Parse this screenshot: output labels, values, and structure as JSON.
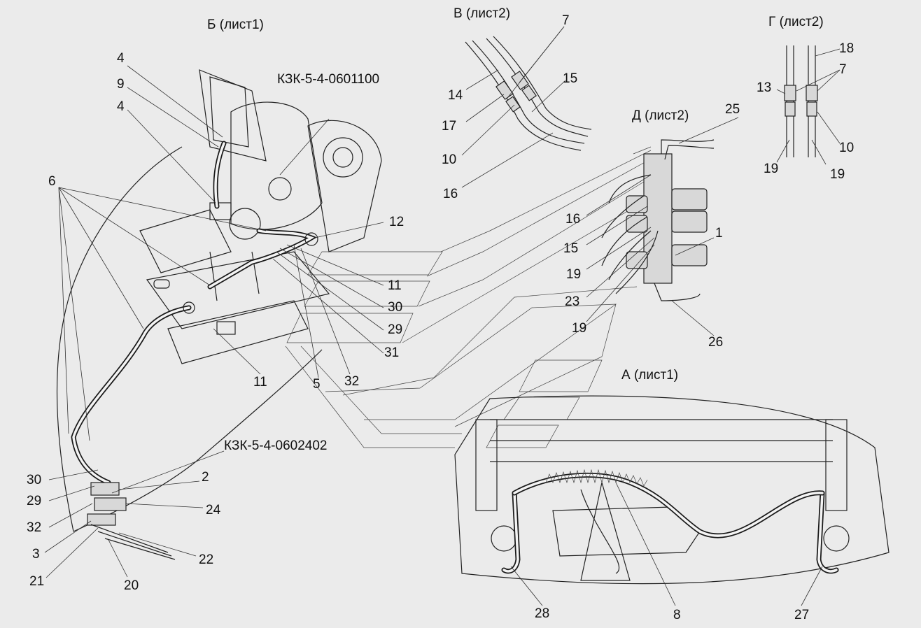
{
  "views": {
    "b": "Б (лист1)",
    "v": "В (лист2)",
    "g": "Г (лист2)",
    "d": "Д (лист2)",
    "a": "А (лист1)"
  },
  "codes": {
    "c1": "КЗК-5-4-0601100",
    "c2": "КЗК-5-4-0602402"
  },
  "callouts": {
    "b_4a": "4",
    "b_9": "9",
    "b_4b": "4",
    "b_6": "6",
    "b_12": "12",
    "b_11a": "11",
    "b_30a": "30",
    "b_29a": "29",
    "b_31": "31",
    "b_11b": "11",
    "b_5": "5",
    "b_32a": "32",
    "b_30b": "30",
    "b_29b": "29",
    "b_32b": "32",
    "b_3": "3",
    "b_21": "21",
    "b_20": "20",
    "b_22": "22",
    "b_24": "24",
    "b_2": "2",
    "v_7": "7",
    "v_15": "15",
    "v_14": "14",
    "v_17": "17",
    "v_10": "10",
    "v_16": "16",
    "g_18": "18",
    "g_7": "7",
    "g_13": "13",
    "g_10": "10",
    "g_19a": "19",
    "g_19b": "19",
    "d_25": "25",
    "d_16": "16",
    "d_15": "15",
    "d_19a": "19",
    "d_23": "23",
    "d_19b": "19",
    "d_1": "1",
    "d_26": "26",
    "a_28": "28",
    "a_8": "8",
    "a_27": "27"
  }
}
